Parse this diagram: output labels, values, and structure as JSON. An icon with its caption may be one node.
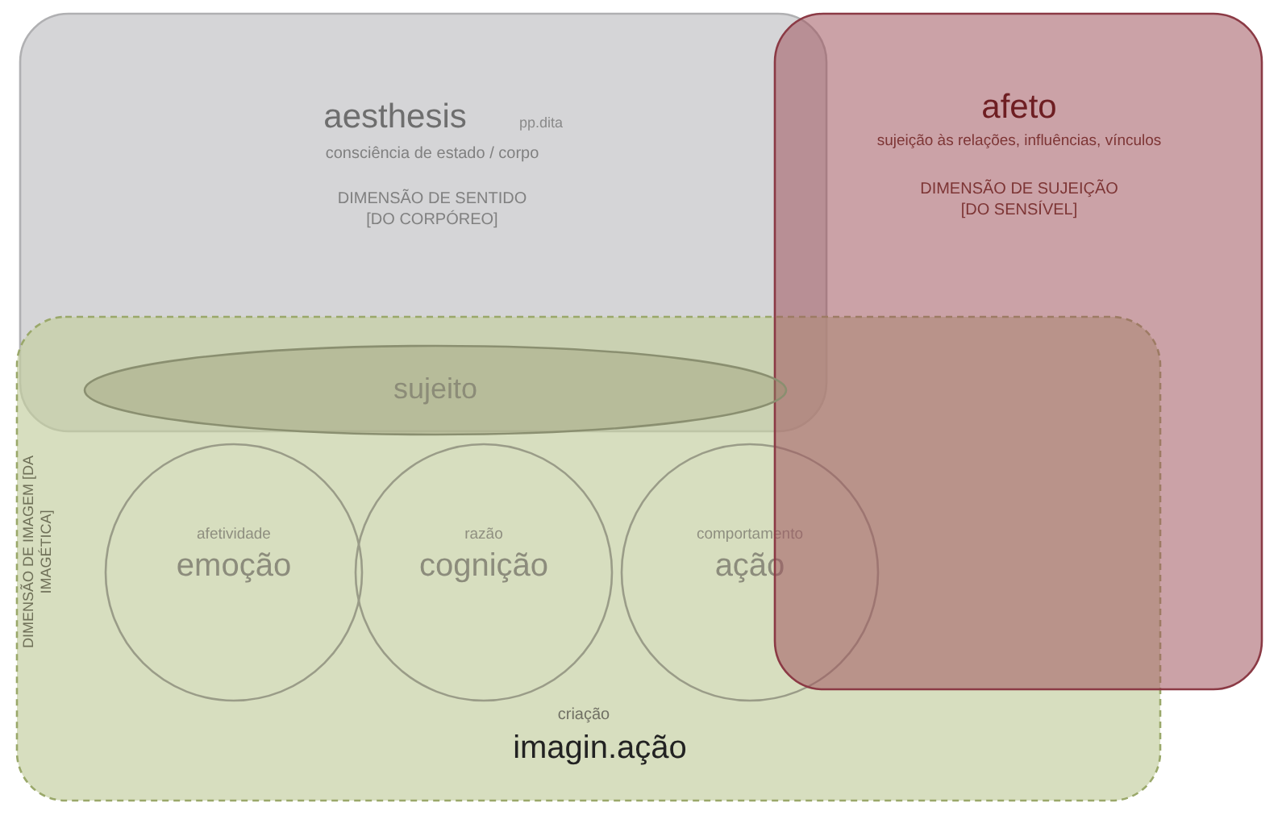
{
  "diagram": {
    "nodes": [
      {
        "text": [
          "aesthesis",
          "pp.dita",
          "consciência de estado / corpo",
          "DIMENSÃO DE SENTIDO [DO CORPÓREO]"
        ]
      },
      {
        "text": [
          "afeto",
          "sujeição às relações, influências, vínculos",
          "DIMENSÃO DE SUJEIÇÃO [DO SENSÍVEL]"
        ]
      },
      {
        "text": [
          "DIMENSÃO DE IMAGEM [DA IMAGÉTICA]",
          "criação",
          "imagin.ação"
        ]
      },
      {
        "text": [
          "sujeito"
        ]
      },
      {
        "text": [
          "afetividade",
          "emoção"
        ],
        "in": 2
      },
      {
        "text": [
          "razão",
          "cognição"
        ],
        "in": 2
      },
      {
        "text": [
          "comportamento",
          "ação"
        ],
        "in": 2
      }
    ]
  }
}
